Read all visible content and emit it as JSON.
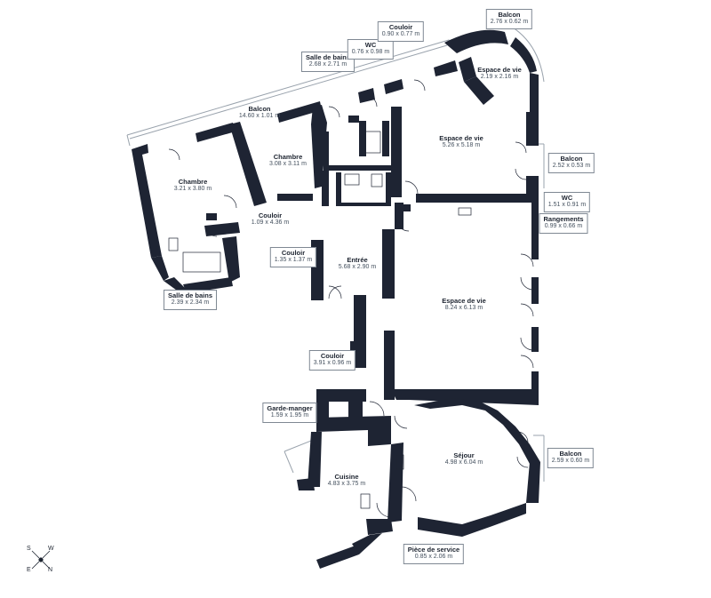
{
  "rooms": {
    "balcon_long": {
      "name": "Balcon",
      "dims": "14.60 x 1.01 m"
    },
    "chambre_1": {
      "name": "Chambre",
      "dims": "3.21 x 3.80 m"
    },
    "chambre_2": {
      "name": "Chambre",
      "dims": "3.08 x 3.11 m"
    },
    "salle_bains_top": {
      "name": "Salle de bains",
      "dims": "2.68 x 2.71 m"
    },
    "wc_top": {
      "name": "WC",
      "dims": "0.76 x 0.98 m"
    },
    "couloir_top": {
      "name": "Couloir",
      "dims": "0.90 x 0.77 m"
    },
    "balcon_corner": {
      "name": "Balcon",
      "dims": "2.76 x 0.62 m"
    },
    "espace_vie_small": {
      "name": "Espace de vie",
      "dims": "2.19 x 2.16 m"
    },
    "espace_vie_mid": {
      "name": "Espace de vie",
      "dims": "5.26 x 5.18 m"
    },
    "balcon_right": {
      "name": "Balcon",
      "dims": "2.52 x 0.53 m"
    },
    "wc_right": {
      "name": "WC",
      "dims": "1.51 x 0.91 m"
    },
    "rangements": {
      "name": "Rangements",
      "dims": "0.99 x 0.66 m"
    },
    "couloir_left": {
      "name": "Couloir",
      "dims": "1.09 x 4.36 m"
    },
    "couloir_small": {
      "name": "Couloir",
      "dims": "1.35 x 1.37 m"
    },
    "entree": {
      "name": "Entrée",
      "dims": "5.68 x 2.90 m"
    },
    "salle_bains_left": {
      "name": "Salle de bains",
      "dims": "2.39 x 2.34 m"
    },
    "espace_vie_large": {
      "name": "Espace de vie",
      "dims": "8.24 x 6.13 m"
    },
    "couloir_mid": {
      "name": "Couloir",
      "dims": "3.91 x 0.96 m"
    },
    "garde_manger": {
      "name": "Garde-manger",
      "dims": "1.59 x 1.95 m"
    },
    "cuisine": {
      "name": "Cuisine",
      "dims": "4.83 x 3.75 m"
    },
    "sejour": {
      "name": "Séjour",
      "dims": "4.98 x 6.04 m"
    },
    "balcon_sejour": {
      "name": "Balcon",
      "dims": "2.59 x 0.60 m"
    },
    "piece_service": {
      "name": "Pièce de service",
      "dims": "0.85 x 2.06 m"
    }
  },
  "compass": {
    "s": "S",
    "w": "W",
    "e": "E",
    "n": "N"
  },
  "colors": {
    "wall": "#1e2433",
    "window": "#9aa3ad",
    "label_border": "#7f8893"
  }
}
